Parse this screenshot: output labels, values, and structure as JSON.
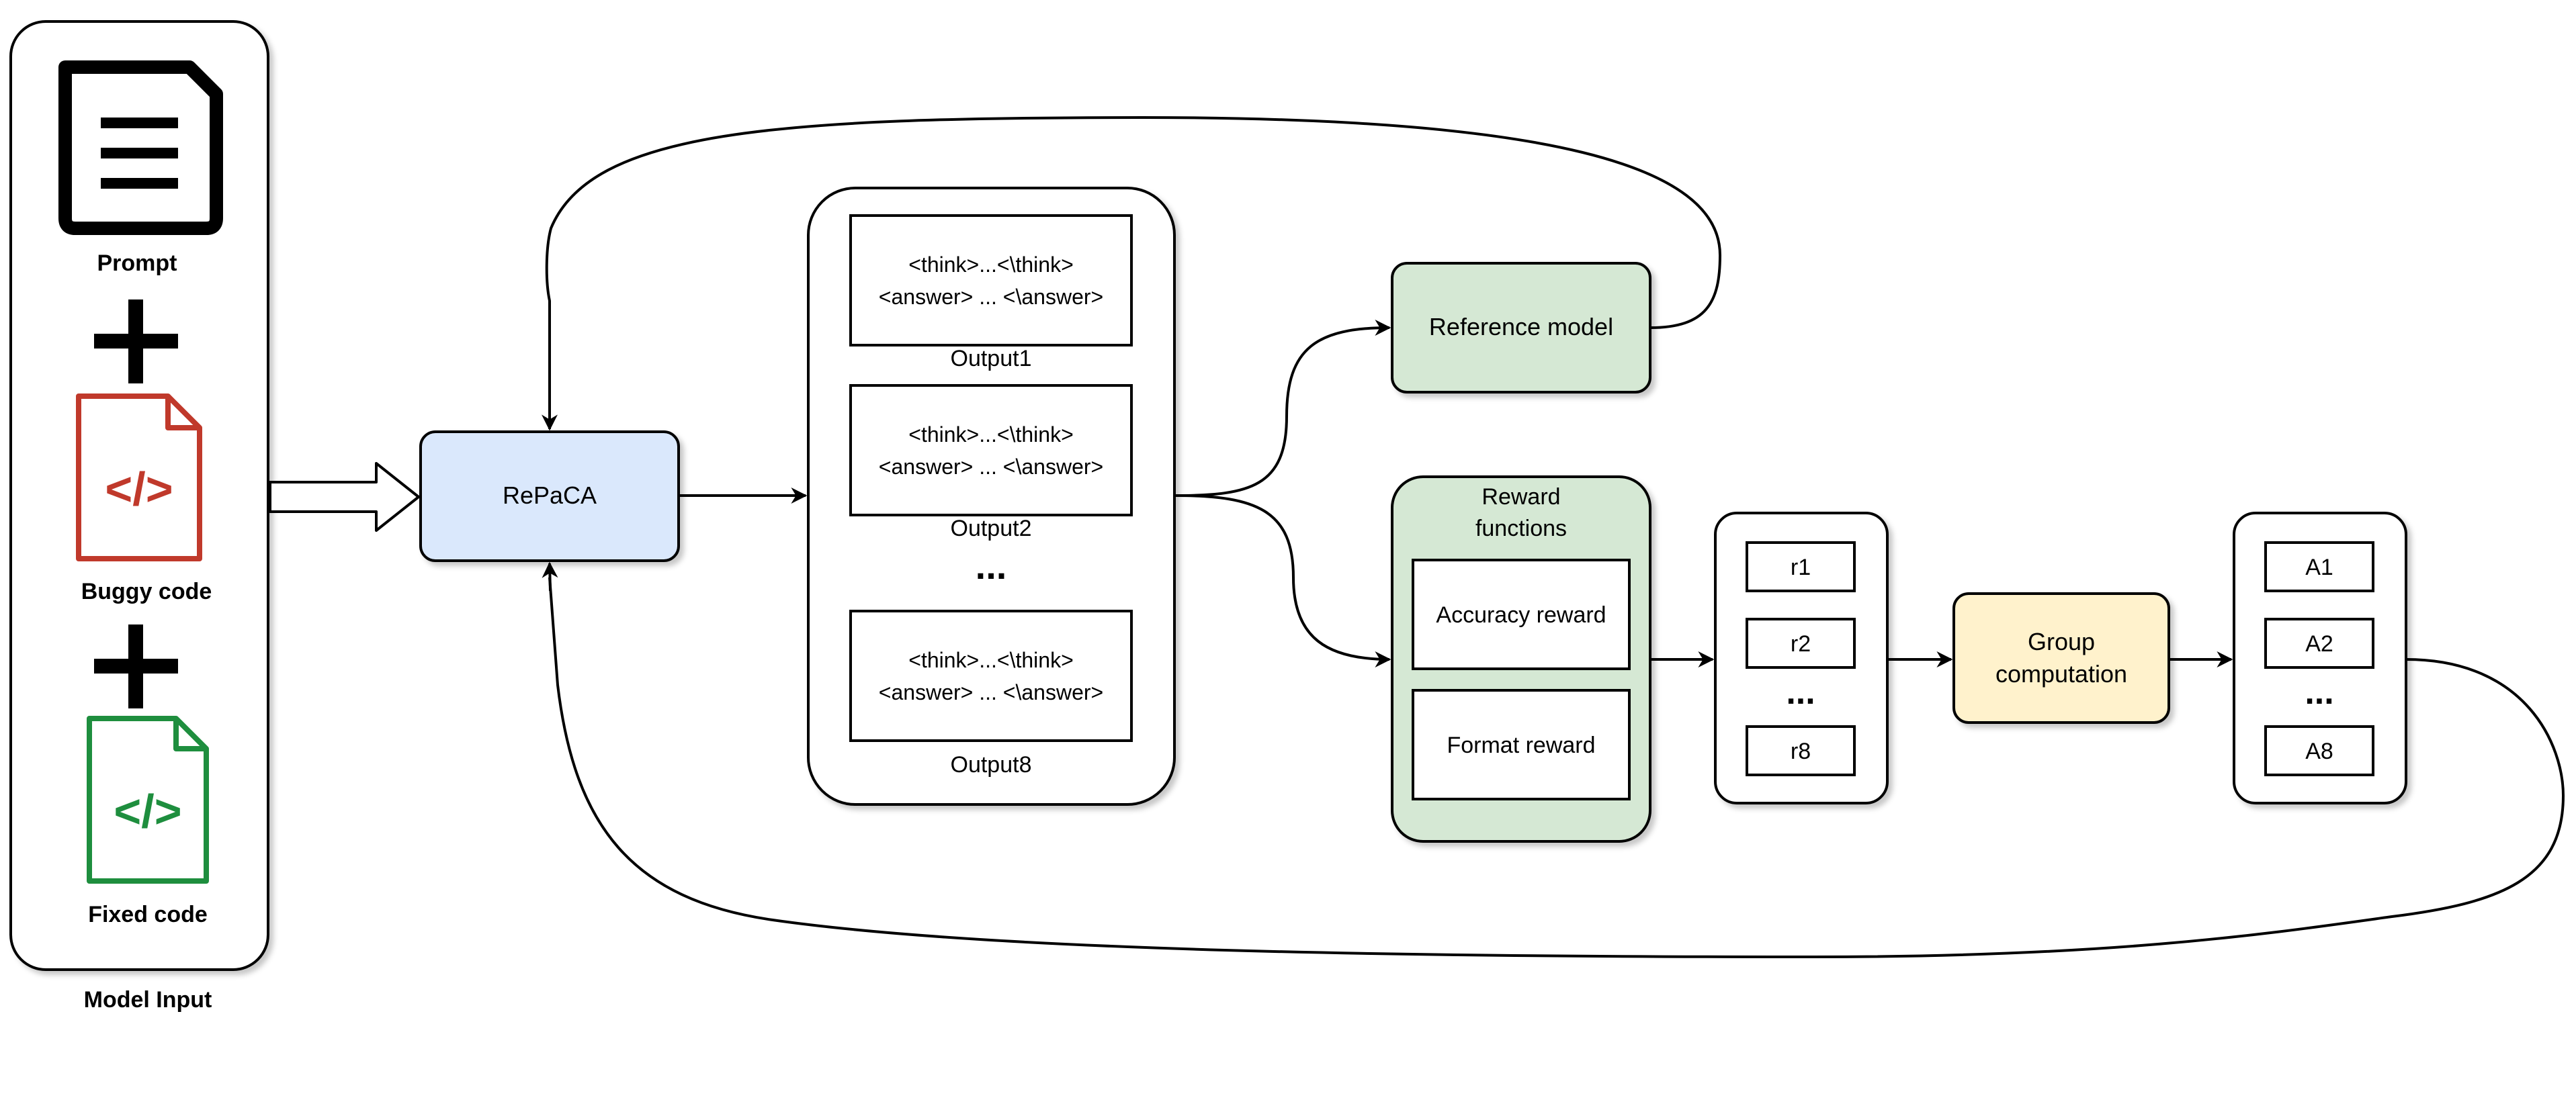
{
  "model_input": {
    "caption": "Model Input",
    "items": [
      {
        "label": "Prompt",
        "icon": "document-icon",
        "color": "#000000"
      },
      {
        "label": "Buggy code",
        "icon": "code-file-icon",
        "color": "#c0392b"
      },
      {
        "label": "Fixed code",
        "icon": "code-file-icon",
        "color": "#1e8e3e"
      }
    ],
    "separator_icon": "plus-icon",
    "code_glyph": "</>"
  },
  "policy": {
    "label": "RePaCA",
    "fill": "#dae8fc"
  },
  "outputs": {
    "items": [
      {
        "think": "<think>...<\\think>",
        "answer": "<answer> ... <\\answer>",
        "caption": "Output1"
      },
      {
        "think": "<think>...<\\think>",
        "answer": "<answer> ... <\\answer>",
        "caption": "Output2"
      },
      {
        "think": "<think>...<\\think>",
        "answer": "<answer> ... <\\answer>",
        "caption": "Output8"
      }
    ],
    "ellipsis": "..."
  },
  "reference_model": {
    "label": "Reference model",
    "fill": "#d5e8d4"
  },
  "reward_functions": {
    "title_line1": "Reward",
    "title_line2": "functions",
    "fill": "#d5e8d4",
    "items": [
      "Accuracy reward",
      "Format reward"
    ]
  },
  "rewards": {
    "items": [
      "r1",
      "r2",
      "r8"
    ],
    "ellipsis": "..."
  },
  "group_computation": {
    "line1": "Group",
    "line2": "computation",
    "fill": "#fff2cc"
  },
  "advantages": {
    "items": [
      "A1",
      "A2",
      "A8"
    ],
    "ellipsis": "..."
  }
}
